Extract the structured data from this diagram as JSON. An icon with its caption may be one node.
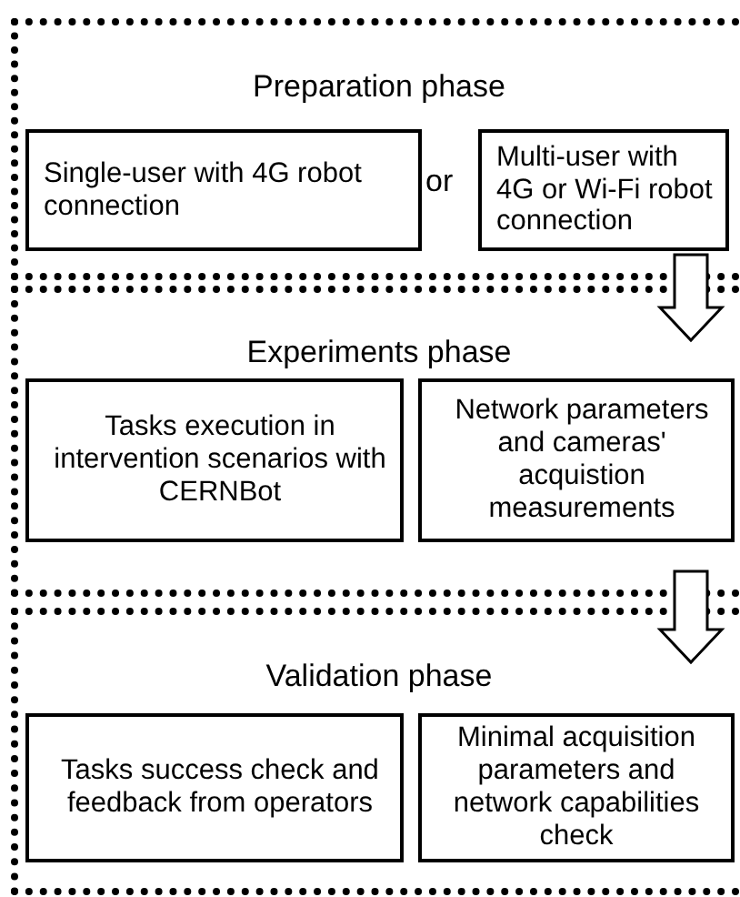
{
  "diagram": {
    "nodes": [
      {
        "text": [
          "Preparation phase"
        ]
      },
      {
        "text": [
          "Single-user with 4G robot connection"
        ],
        "in": 0
      },
      {
        "text": [
          "Multi-user with 4G or Wi-Fi robot connection"
        ],
        "in": 0
      },
      {
        "text": [
          "Experiments phase"
        ]
      },
      {
        "text": [
          "Tasks execution in intervention scenarios with CERNBot"
        ],
        "in": 3
      },
      {
        "text": [
          "Network parameters and cameras' acquistion measurements"
        ],
        "in": 3
      },
      {
        "text": [
          "Validation phase"
        ]
      },
      {
        "text": [
          "Tasks success check and feedback from operators"
        ],
        "in": 6
      },
      {
        "text": [
          "Minimal acquisition parameters and network capabilities check"
        ],
        "in": 6
      }
    ],
    "edges": [
      {
        "from": 0,
        "to": 3,
        "arrow": "to"
      },
      {
        "from": 3,
        "to": 6,
        "arrow": "to"
      }
    ],
    "labels": [
      "or"
    ]
  }
}
